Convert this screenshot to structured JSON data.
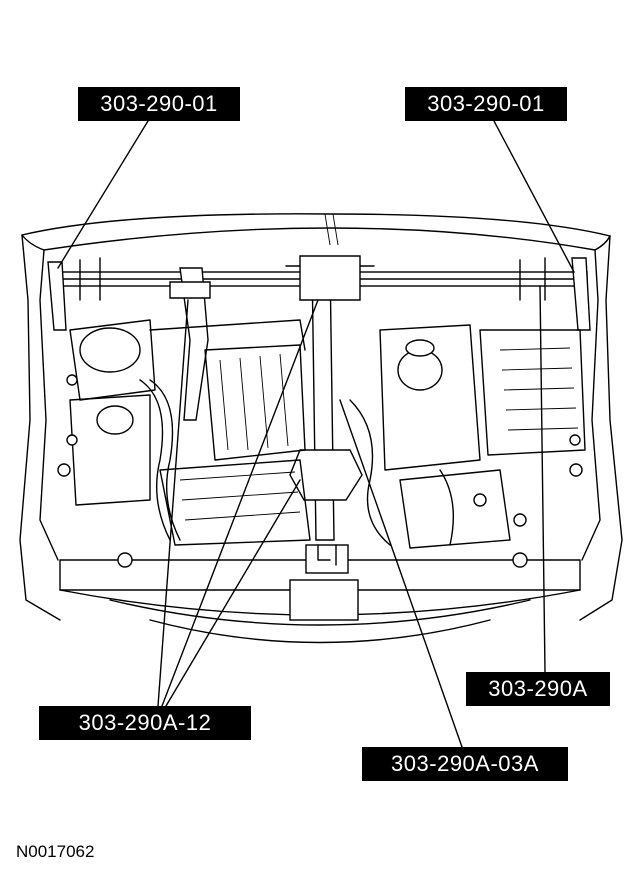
{
  "labels": {
    "top_left": "303-290-01",
    "top_right": "303-290-01",
    "right": "303-290A",
    "bottom_left": "303-290A-12",
    "bottom_center": "303-290A-03A"
  },
  "figure_id": "N0017062",
  "colors": {
    "ink": "#000000",
    "paper": "#ffffff"
  }
}
